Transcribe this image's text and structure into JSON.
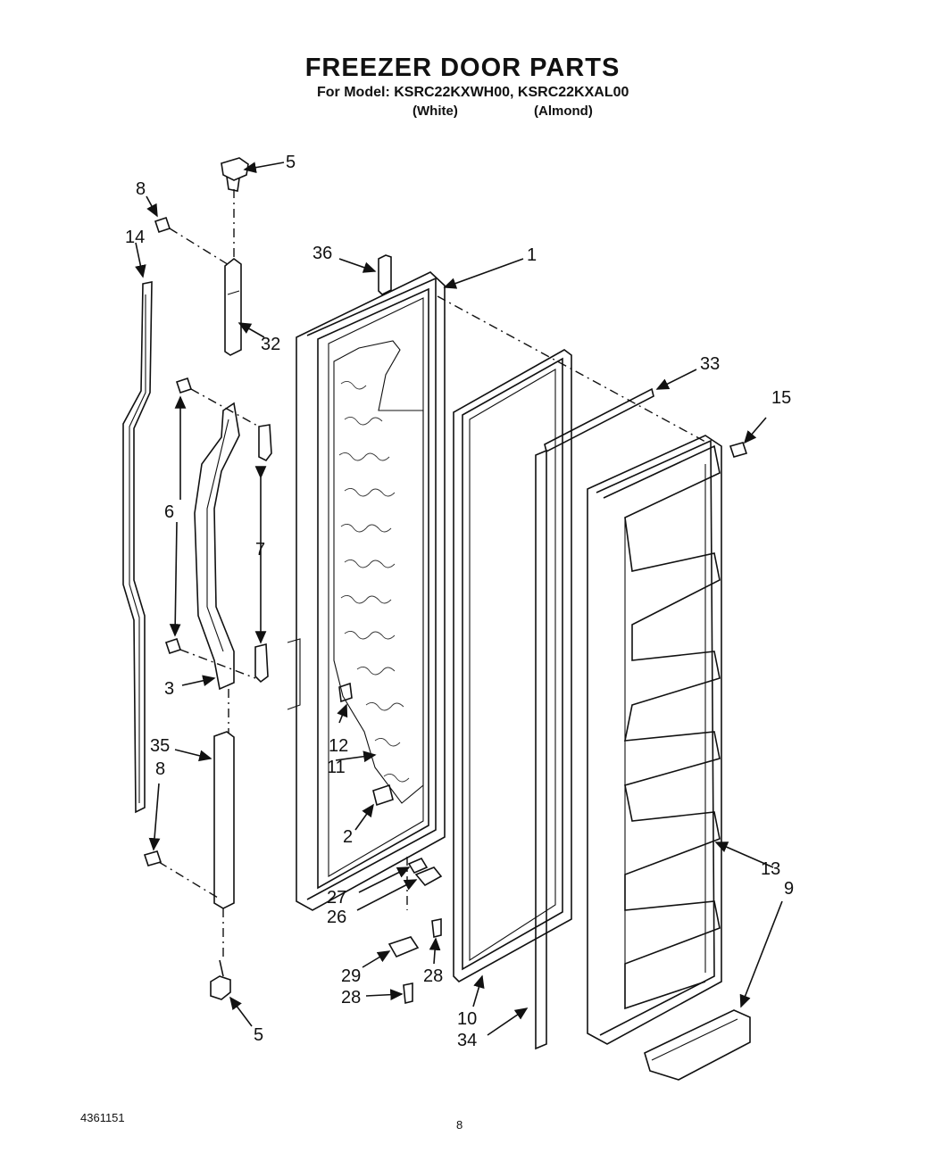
{
  "header": {
    "title": "FREEZER DOOR PARTS",
    "model_line": "For Model: KSRC22KXWH00, KSRC22KXAL00",
    "variant_white": "(White)",
    "variant_almond": "(Almond)"
  },
  "callouts": {
    "c1": "1",
    "c2": "2",
    "c3": "3",
    "c5_top": "5",
    "c5_bottom": "5",
    "c6": "6",
    "c7": "7",
    "c8_top": "8",
    "c8_bottom": "8",
    "c9": "9",
    "c10": "10",
    "c11": "11",
    "c12": "12",
    "c13": "13",
    "c14": "14",
    "c15": "15",
    "c26": "26",
    "c27": "27",
    "c28_a": "28",
    "c28_b": "28",
    "c29": "29",
    "c32": "32",
    "c33": "33",
    "c34": "34",
    "c35": "35",
    "c36": "36"
  },
  "footer": {
    "part_code": "4361151",
    "page_number": "8"
  }
}
